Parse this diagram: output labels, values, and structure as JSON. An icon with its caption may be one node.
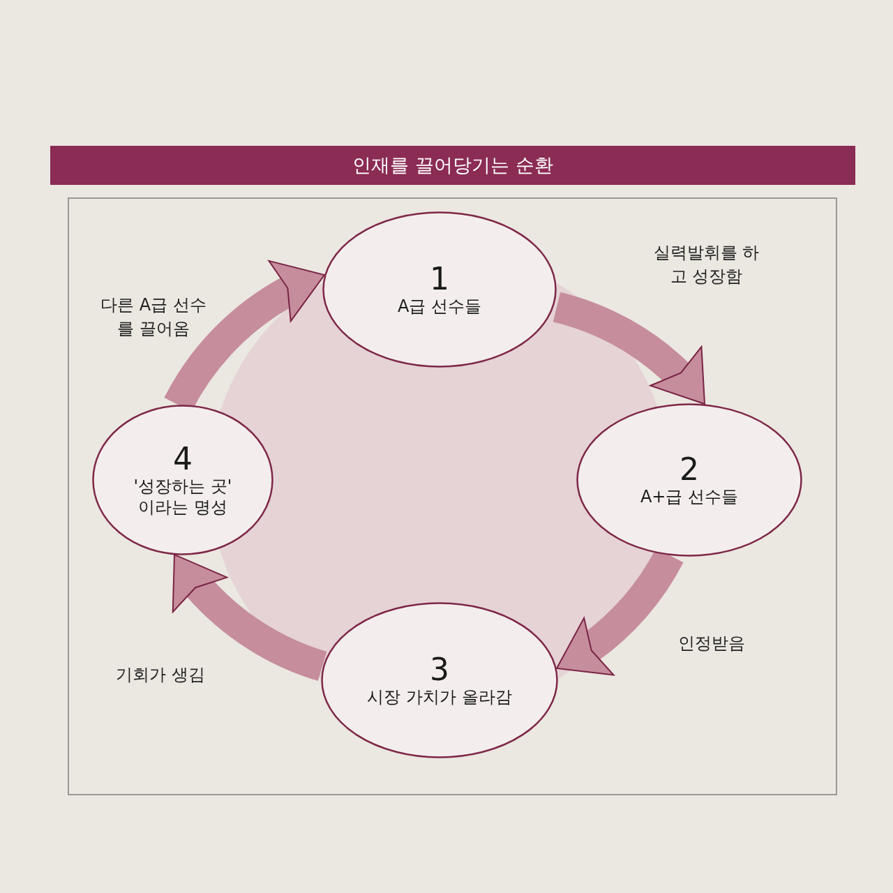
{
  "diagram": {
    "title": "인재를 끌어당기는 순환",
    "nodes": [
      {
        "text": [
          "1",
          "A급 선수들"
        ]
      },
      {
        "text": [
          "2",
          "A+급 선수들"
        ]
      },
      {
        "text": [
          "3",
          "시장 가치가 올라감"
        ]
      },
      {
        "text": [
          "4",
          "'성장하는 곳' 이라는 명성"
        ]
      }
    ],
    "edges": [
      {
        "from": 0,
        "to": 1,
        "arrow": "to",
        "label": "실력발휘를 하고 성장함"
      },
      {
        "from": 1,
        "to": 2,
        "arrow": "to",
        "label": "인정받음"
      },
      {
        "from": 2,
        "to": 3,
        "arrow": "to",
        "label": "기회가 생김"
      },
      {
        "from": 3,
        "to": 0,
        "arrow": "to",
        "label": "다른 A급 선수를 끌어옴"
      }
    ]
  }
}
